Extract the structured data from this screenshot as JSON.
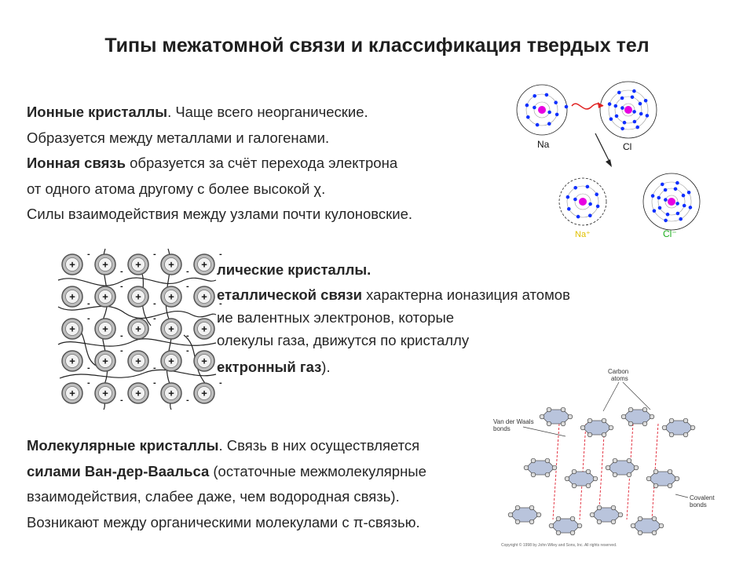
{
  "title": "Типы межатомной связи и классификация твердых тел",
  "ionic": {
    "l1_bold": "Ионные кристаллы",
    "l1_rest": ". Чаще всего неорганические.",
    "l2": "Образуется между металлами и галогенами.",
    "l3_bold": "Ионная связь",
    "l3_rest": " образуется за счёт перехода электрона",
    "l4": "от одного атома другому с более высокой χ.",
    "l5": "Силы взаимодействия между узлами почти кулоновские."
  },
  "metal": {
    "l1_bold": "лические кристаллы.",
    "l2_bold": "еталлической связи",
    "l2_rest": " характерна ионазиция атомов",
    "l3": "ие валентных электронов, которые",
    "l4": "олекулы газа, движутся по кристаллу",
    "l5_bold": "ектронный газ",
    "l5_rest": ")."
  },
  "molecular": {
    "l1_bold": "Молекулярные кристаллы",
    "l1_rest": ". Связь в них осуществляется",
    "l2_bold": "силами Ван-дер-Ваальса",
    "l2_rest": " (остаточные межмолекулярные",
    "l3": "взаимодействия, слабее даже, чем водородная связь).",
    "l4": "Возникают между органическими молекулами с π-связью."
  },
  "ion_diagram": {
    "na_label": "Na",
    "cl_label": "Cl",
    "na_ion_label": "Na⁺",
    "cl_ion_label": "Cl⁻",
    "colors": {
      "nucleus": "#e800e0",
      "electron": "#1030ff",
      "arrow": "#e02020",
      "na_ion_label": "#e0c000",
      "cl_ion_label": "#20b020"
    }
  },
  "metal_lattice": {
    "ion_sign": "+",
    "electron_sign": "-",
    "rows": 5,
    "cols": 6
  },
  "graphite": {
    "carbon_atoms_label": "Carbon\natoms",
    "vdw_label": "Van der Waals\nbonds",
    "covalent_label": "Covalent\nbonds",
    "copyright": "Copyright © 1998 by John Wiley and Sons, Inc. All rights reserved.",
    "colors": {
      "hexagon": "#b9c4dc",
      "vdw_line": "#e02030"
    }
  }
}
